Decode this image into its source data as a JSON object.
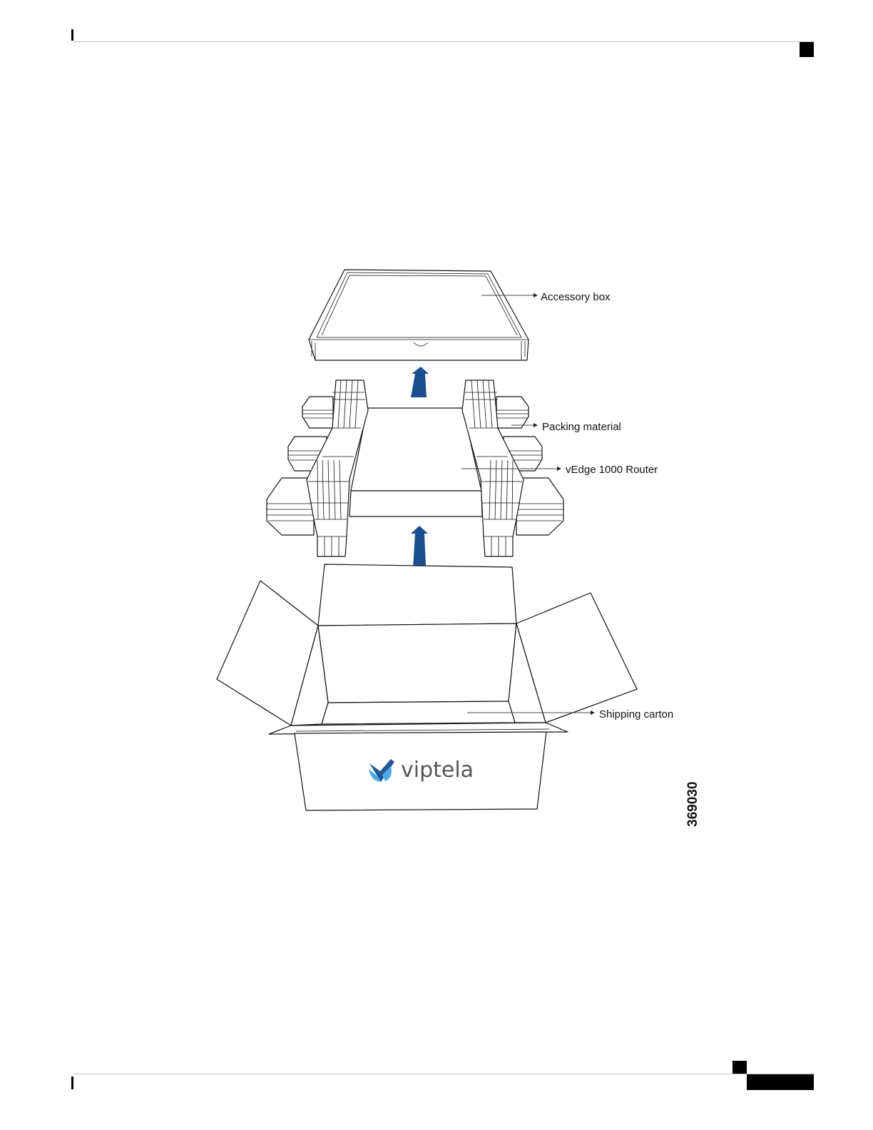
{
  "figure": {
    "callouts": {
      "accessory_box": "Accessory box",
      "packing_material": "Packing material",
      "router": "vEdge 1000 Router",
      "shipping_carton": "Shipping carton"
    },
    "figure_id": "369030",
    "carton_logo_text": "viptela",
    "colors": {
      "arrow": "#1a4f8f",
      "logo_dark": "#1f5a96",
      "logo_light": "#4fa9e0",
      "logo_text": "#555555"
    }
  }
}
